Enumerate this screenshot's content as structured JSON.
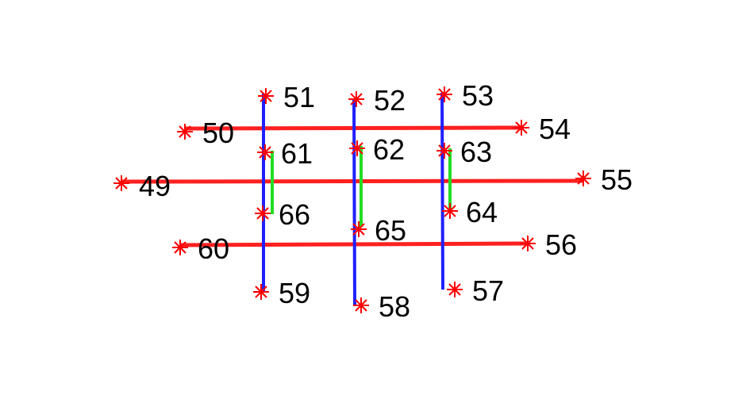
{
  "colors": {
    "marker": "#ff0000",
    "horizontal": "#ff2020",
    "vertical": "#2020ff",
    "inner": "#22dd22",
    "label": "#000000"
  },
  "marker_icon": "asterisk-marker-icon",
  "points": [
    {
      "id": "p49",
      "label": "49"
    },
    {
      "id": "p50",
      "label": "50"
    },
    {
      "id": "p51",
      "label": "51"
    },
    {
      "id": "p52",
      "label": "52"
    },
    {
      "id": "p53",
      "label": "53"
    },
    {
      "id": "p54",
      "label": "54"
    },
    {
      "id": "p55",
      "label": "55"
    },
    {
      "id": "p56",
      "label": "56"
    },
    {
      "id": "p57",
      "label": "57"
    },
    {
      "id": "p58",
      "label": "58"
    },
    {
      "id": "p59",
      "label": "59"
    },
    {
      "id": "p60",
      "label": "60"
    },
    {
      "id": "p61",
      "label": "61"
    },
    {
      "id": "p62",
      "label": "62"
    },
    {
      "id": "p63",
      "label": "63"
    },
    {
      "id": "p64",
      "label": "64"
    },
    {
      "id": "p65",
      "label": "65"
    },
    {
      "id": "p66",
      "label": "66"
    }
  ],
  "connections": [
    {
      "from": "p50",
      "to": "p54",
      "kind": "horizontal"
    },
    {
      "from": "p49",
      "to": "p55",
      "kind": "horizontal"
    },
    {
      "from": "p60",
      "to": "p56",
      "kind": "horizontal"
    },
    {
      "from": "p51",
      "to": "p59",
      "kind": "vertical"
    },
    {
      "from": "p52",
      "to": "p58",
      "kind": "vertical"
    },
    {
      "from": "p53",
      "to": "p57",
      "kind": "vertical"
    },
    {
      "from": "p61",
      "to": "p66",
      "kind": "inner"
    },
    {
      "from": "p62",
      "to": "p65",
      "kind": "inner"
    },
    {
      "from": "p63",
      "to": "p64",
      "kind": "inner"
    }
  ]
}
